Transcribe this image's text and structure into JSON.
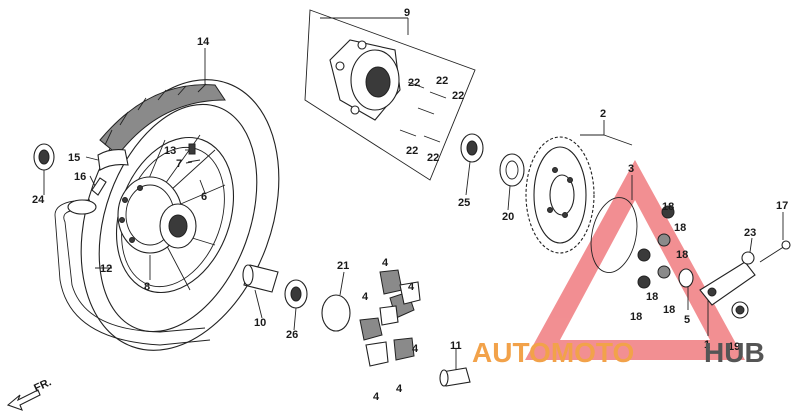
{
  "diagram": {
    "callouts": [
      {
        "id": "c1",
        "text": "1"
      },
      {
        "id": "c2",
        "text": "2"
      },
      {
        "id": "c3",
        "text": "3"
      },
      {
        "id": "c4a",
        "text": "4"
      },
      {
        "id": "c4b",
        "text": "4"
      },
      {
        "id": "c4c",
        "text": "4"
      },
      {
        "id": "c4d",
        "text": "4"
      },
      {
        "id": "c4e",
        "text": "4"
      },
      {
        "id": "c4f",
        "text": "4"
      },
      {
        "id": "c5",
        "text": "5"
      },
      {
        "id": "c6",
        "text": "6"
      },
      {
        "id": "c7",
        "text": "7"
      },
      {
        "id": "c8",
        "text": "8"
      },
      {
        "id": "c9",
        "text": "9"
      },
      {
        "id": "c10",
        "text": "10"
      },
      {
        "id": "c11",
        "text": "11"
      },
      {
        "id": "c12",
        "text": "12"
      },
      {
        "id": "c13",
        "text": "13"
      },
      {
        "id": "c14",
        "text": "14"
      },
      {
        "id": "c15",
        "text": "15"
      },
      {
        "id": "c16",
        "text": "16"
      },
      {
        "id": "c17",
        "text": "17"
      },
      {
        "id": "c18a",
        "text": "18"
      },
      {
        "id": "c18b",
        "text": "18"
      },
      {
        "id": "c18c",
        "text": "18"
      },
      {
        "id": "c18d",
        "text": "18"
      },
      {
        "id": "c18e",
        "text": "18"
      },
      {
        "id": "c18f",
        "text": "18"
      },
      {
        "id": "c19",
        "text": "19"
      },
      {
        "id": "c20",
        "text": "20"
      },
      {
        "id": "c21",
        "text": "21"
      },
      {
        "id": "c22a",
        "text": "22"
      },
      {
        "id": "c22b",
        "text": "22"
      },
      {
        "id": "c22c",
        "text": "22"
      },
      {
        "id": "c22d",
        "text": "22"
      },
      {
        "id": "c22e",
        "text": "22"
      },
      {
        "id": "c23",
        "text": "23"
      },
      {
        "id": "c24",
        "text": "24"
      },
      {
        "id": "c25",
        "text": "25"
      },
      {
        "id": "c26",
        "text": "26"
      }
    ],
    "direction_label": "FR.",
    "watermark": {
      "part1": "AUTOMOTO",
      "part2": "HUB",
      "color1": "#f2a24a",
      "color2": "#555555",
      "triangle_color": "#e8343a"
    }
  }
}
